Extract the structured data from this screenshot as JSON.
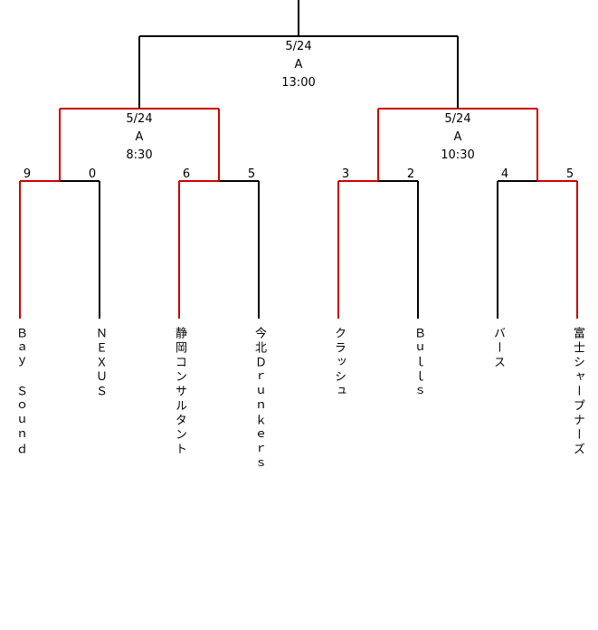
{
  "colors": {
    "win": "#cc0000",
    "line": "#000000"
  },
  "final": {
    "date": "5/24",
    "court": "A",
    "time": "13:00"
  },
  "semis": [
    {
      "date": "5/24",
      "court": "A",
      "time": "8:30"
    },
    {
      "date": "5/24",
      "court": "A",
      "time": "10:30"
    }
  ],
  "quarters": [
    {
      "top": {
        "name": "Ｂａｙ　Ｓｏｕｎｄ",
        "score": "9"
      },
      "bottom": {
        "name": "ＮＥＸＵＳ",
        "score": "0"
      },
      "winner": "top"
    },
    {
      "top": {
        "name": "静岡コンサルタント",
        "score": "6"
      },
      "bottom": {
        "name": "今北Ｄｒｕｎｋｅｒｓ",
        "score": "5"
      },
      "winner": "top"
    },
    {
      "top": {
        "name": "クラッシュ",
        "score": "3"
      },
      "bottom": {
        "name": "Ｂｕｌｌｓ",
        "score": "2"
      },
      "winner": "top"
    },
    {
      "top": {
        "name": "バース",
        "score": "4"
      },
      "bottom": {
        "name": "富士シャープナーズ",
        "score": "5"
      },
      "winner": "bottom"
    }
  ]
}
